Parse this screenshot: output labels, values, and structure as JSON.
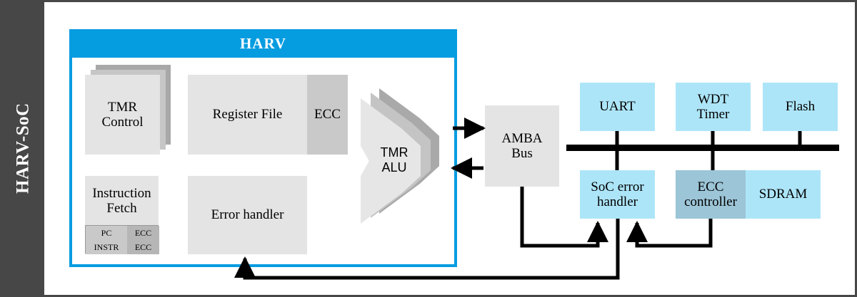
{
  "figure": {
    "sidebar_label": "HARV-SoC",
    "accent_blue": "#069ce0",
    "peripheral_blue": "#ade5f8",
    "ecc_ctrl_blue": "#9cc5d7",
    "block_gray": "#e4e4e4",
    "block_gray_dark": "#c9c9c9",
    "frame_gray": "#474747"
  },
  "harv": {
    "title": "HARV",
    "blocks": {
      "tmr_control": "TMR\nControl",
      "tmr_control_line1": "TMR",
      "tmr_control_line2": "Control",
      "register_file": "Register File",
      "register_file_ecc": "ECC",
      "tmr_alu_line1": "TMR",
      "tmr_alu_line2": "ALU",
      "instruction_fetch_line1": "Instruction",
      "instruction_fetch_line2": "Fetch",
      "error_handler": "Error handler"
    },
    "instruction_fetch_table": {
      "rows": [
        {
          "left": "PC",
          "right": "ECC"
        },
        {
          "left": "INSTR",
          "right": "ECC"
        }
      ]
    }
  },
  "soc": {
    "amba_bus_line1": "AMBA",
    "amba_bus_line2": "Bus",
    "peripherals_top": [
      {
        "label": "UART",
        "line1": "UART",
        "line2": ""
      },
      {
        "label": "WDT Timer",
        "line1": "WDT",
        "line2": "Timer"
      },
      {
        "label": "Flash",
        "line1": "Flash",
        "line2": ""
      }
    ],
    "peripherals_bottom": [
      {
        "label": "SoC error handler",
        "line1": "SoC error",
        "line2": "handler"
      },
      {
        "label": "ECC controller",
        "line1": "ECC",
        "line2": "controller"
      },
      {
        "label": "SDRAM",
        "line1": "SDRAM",
        "line2": ""
      }
    ]
  }
}
